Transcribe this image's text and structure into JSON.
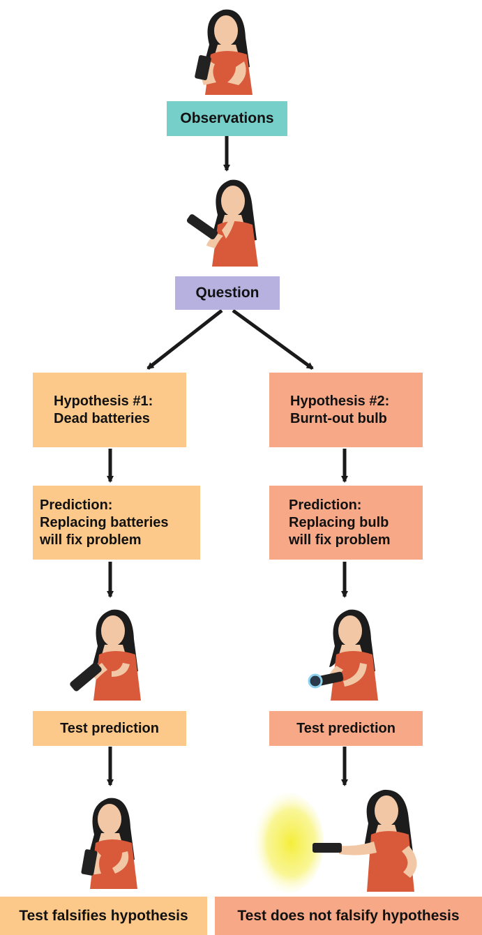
{
  "flow": {
    "observations": "Observations",
    "question": "Question",
    "hyp1": {
      "line1": "Hypothesis #1:",
      "line2": "Dead batteries"
    },
    "hyp2": {
      "line1": "Hypothesis #2:",
      "line2": "Burnt-out bulb"
    },
    "pred1": {
      "line1": "Prediction:",
      "line2": "Replacing batteries",
      "line3": "will fix problem"
    },
    "pred2": {
      "line1": "Prediction:",
      "line2": "Replacing bulb",
      "line3": "will fix problem"
    },
    "test1": "Test prediction",
    "test2": "Test prediction",
    "result1": "Test falsifies hypothesis",
    "result2": "Test does not falsify hypothesis"
  },
  "colors": {
    "observations": "#76cfc9",
    "question": "#b7b1df",
    "hypothesis1": "#fcc98a",
    "hypothesis2": "#f6a887",
    "arrow": "#1a1a1a",
    "shirt": "#d95a3a",
    "skin": "#f2c7a5",
    "hair": "#1c1c1c",
    "light": "#f4ee3a"
  },
  "illustrations": [
    "person-examining-flashlight-icon",
    "person-thinking-icon",
    "person-replacing-batteries-icon",
    "person-replacing-bulb-icon",
    "person-flashlight-off-icon",
    "person-flashlight-on-icon"
  ]
}
